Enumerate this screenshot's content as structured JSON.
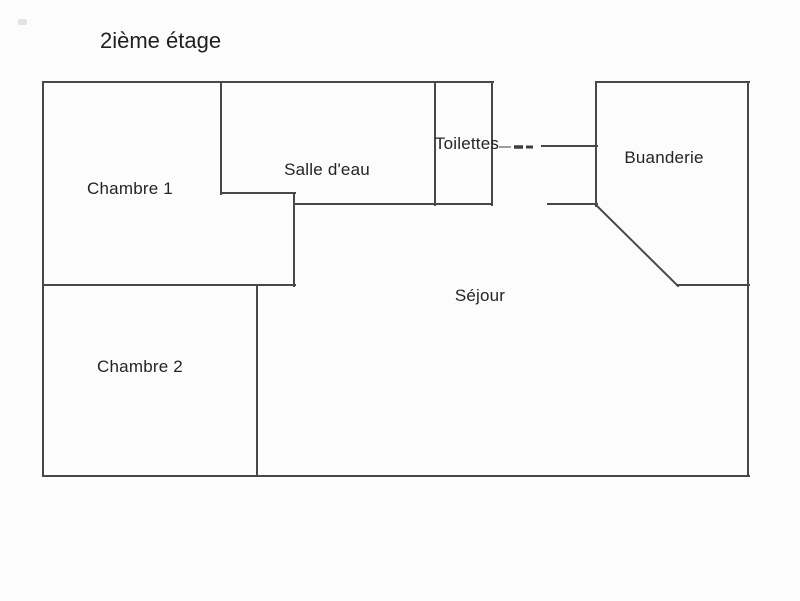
{
  "title": "2ième étage",
  "rooms": {
    "chambre1": {
      "label": "Chambre 1"
    },
    "salle_eau": {
      "label": "Salle d'eau"
    },
    "toilettes": {
      "label": "Toilettes"
    },
    "buanderie": {
      "label": "Buanderie"
    },
    "sejour": {
      "label": "Séjour"
    },
    "chambre2": {
      "label": "Chambre 2"
    }
  },
  "colors": {
    "wall": "#484848",
    "background": "#fcfcfc",
    "text": "#242424"
  }
}
